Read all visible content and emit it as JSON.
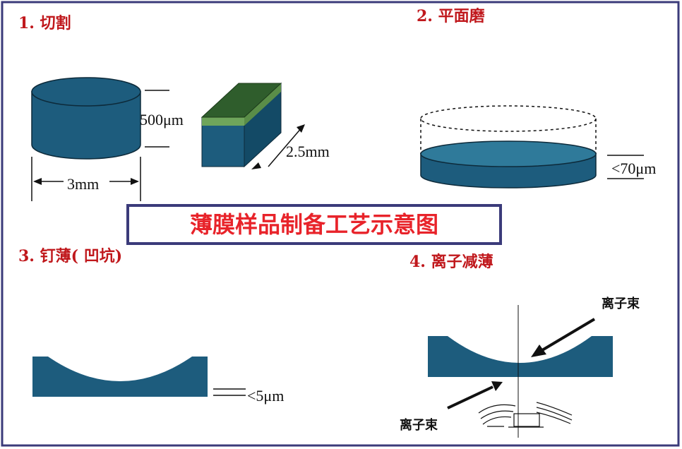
{
  "diagram": {
    "title": "薄膜样品制备工艺示意图",
    "steps": [
      {
        "label": "1. 切割"
      },
      {
        "label": "2. 平面磨"
      },
      {
        "label": "3. 钉薄( 凹坑)"
      },
      {
        "label": "4. 离子减薄"
      }
    ],
    "dimensions": {
      "height": "500μm",
      "diameter": "3mm",
      "block_width": "2.5mm",
      "ground_thickness": "<70μm",
      "dimple_thickness": "<5μm"
    },
    "ion_beam_labels": [
      "离子束",
      "离子束"
    ]
  },
  "colors": {
    "border": "#3b3b7a",
    "step_title": "#c0181c",
    "main_title": "#e8232a",
    "sample_blue": "#1d5c7d",
    "sample_top": "#2f7a9a",
    "block_green_dark": "#2f5d2c",
    "block_green_light": "#6fa55b"
  }
}
